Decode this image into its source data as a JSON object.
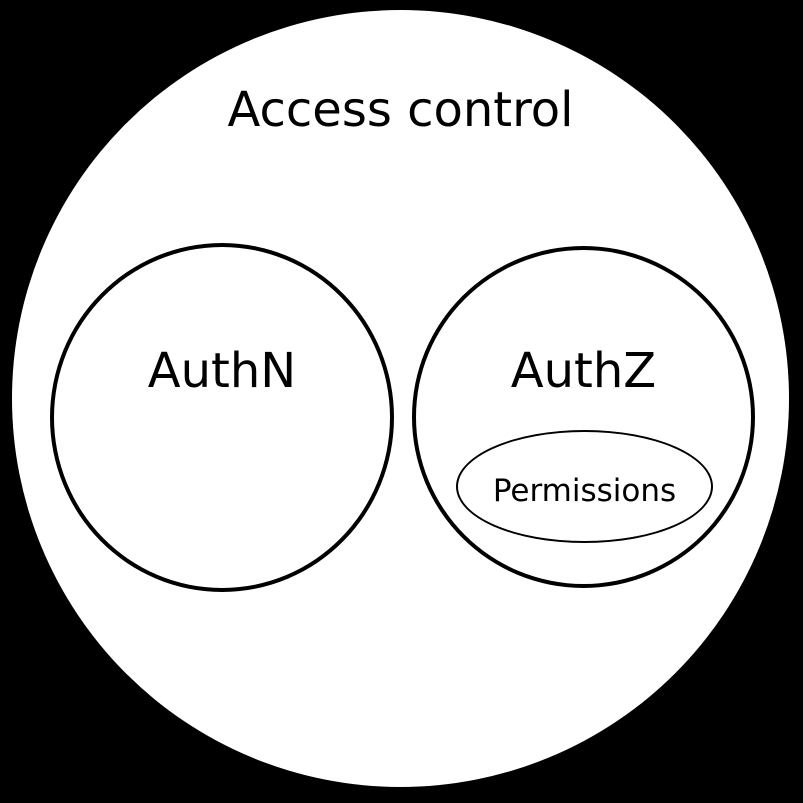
{
  "diagram": {
    "title": "Access control",
    "sets": [
      {
        "label": "AuthN"
      },
      {
        "label": "AuthZ",
        "subsets": [
          {
            "label": "Permissions"
          }
        ]
      }
    ]
  },
  "colors": {
    "background": "#000000",
    "set_fill": "#ffffff",
    "stroke": "#000000",
    "text": "#000000"
  }
}
